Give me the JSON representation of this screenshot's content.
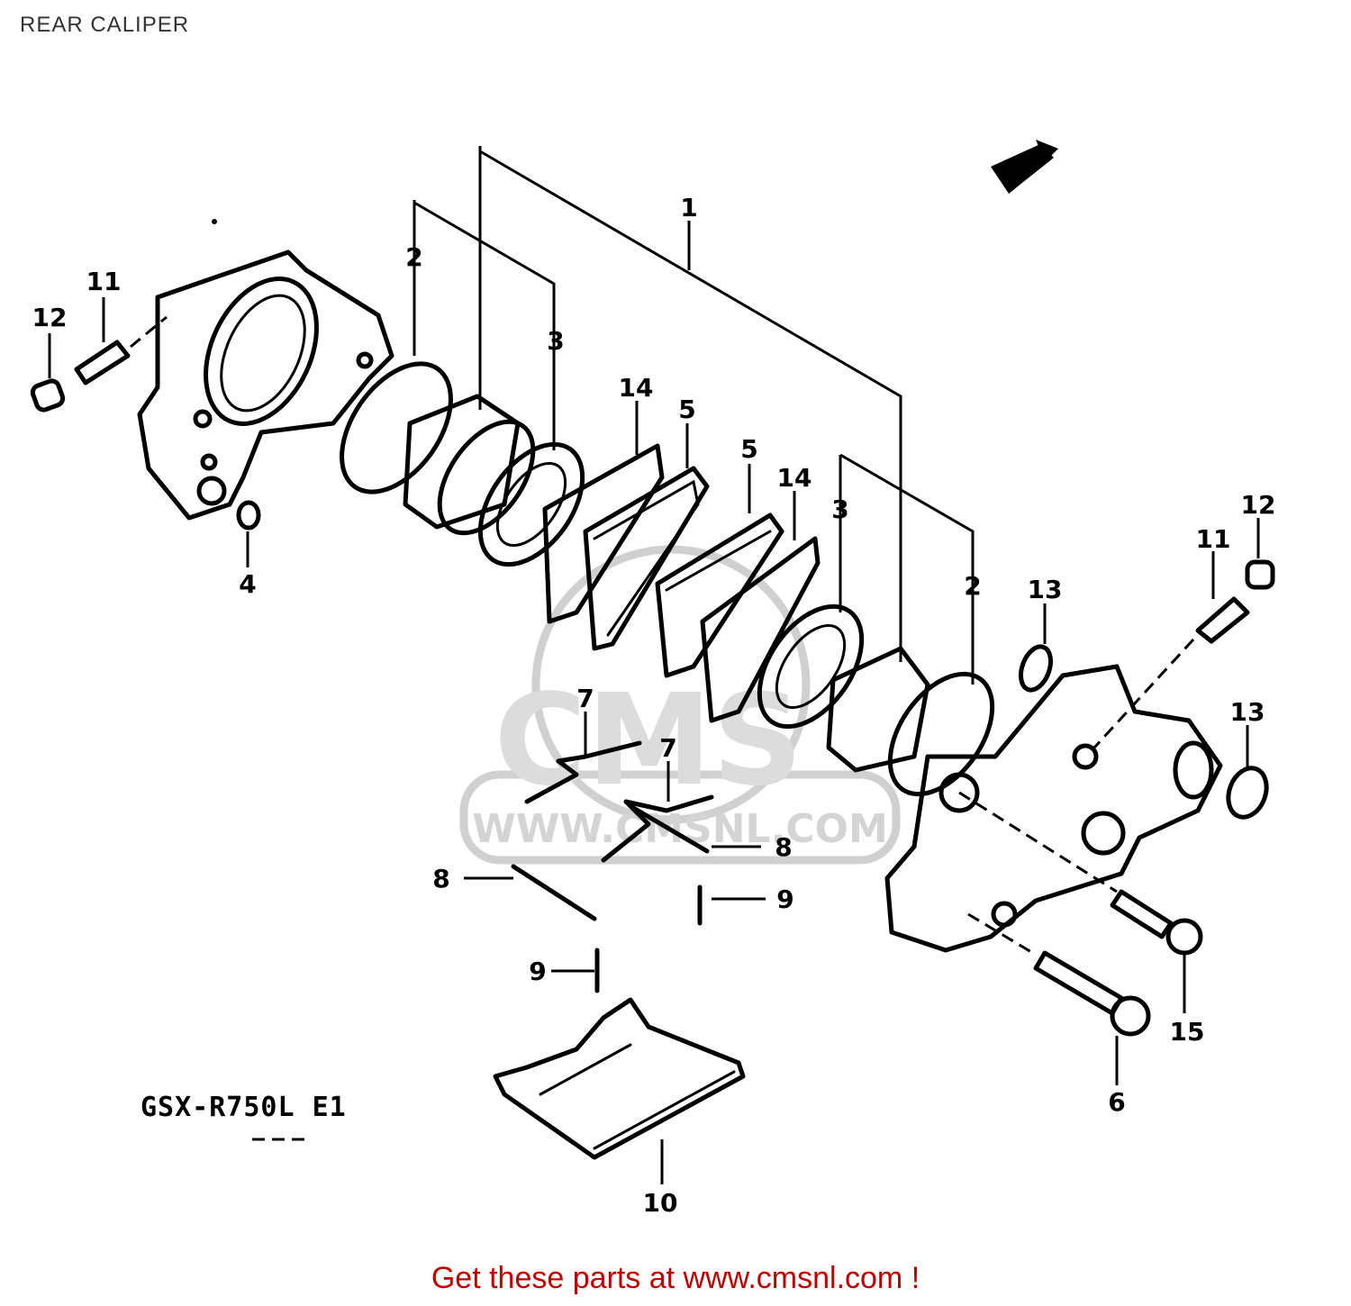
{
  "page": {
    "title": "REAR CALIPER"
  },
  "diagram": {
    "model_label": "GSX-R750L E1",
    "watermark": {
      "brand": "CMS",
      "url": "WWW.CMSNL.COM"
    },
    "callouts": [
      "1",
      "2",
      "3",
      "14",
      "5",
      "5",
      "14",
      "3",
      "2",
      "11",
      "12",
      "4",
      "12",
      "11",
      "13",
      "13",
      "7",
      "7",
      "8",
      "8",
      "9",
      "9",
      "15",
      "6",
      "10"
    ]
  },
  "footer": {
    "text": "Get these parts at www.cmsnl.com !"
  }
}
